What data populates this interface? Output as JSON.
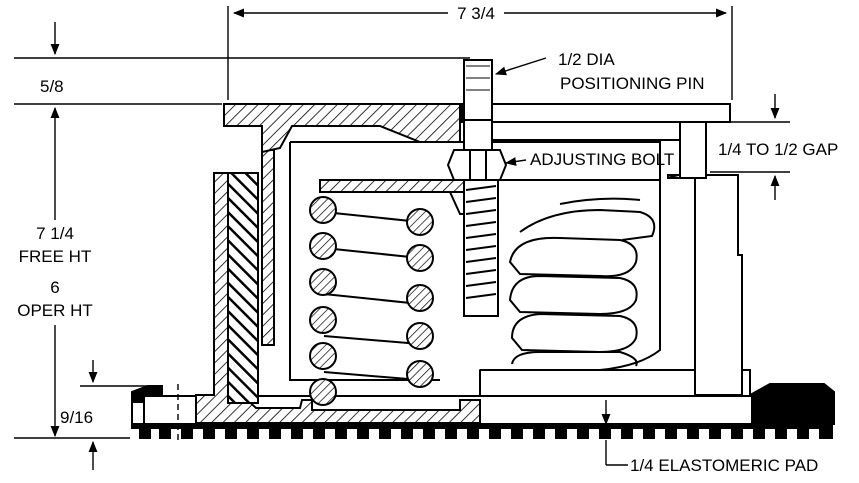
{
  "dimensions": {
    "overall_width": "7 3/4",
    "top_plate": "5/8",
    "free_height": [
      "7 1/4",
      "FREE HT"
    ],
    "operating_height": [
      "6",
      "OPER HT"
    ],
    "base_height": "9/16",
    "gap": "1/4 TO 1/2 GAP"
  },
  "callouts": {
    "pin": [
      "1/2 DIA",
      "POSITIONING PIN"
    ],
    "bolt": "ADJUSTING BOLT",
    "pad": "1/4 ELASTOMERIC PAD"
  }
}
